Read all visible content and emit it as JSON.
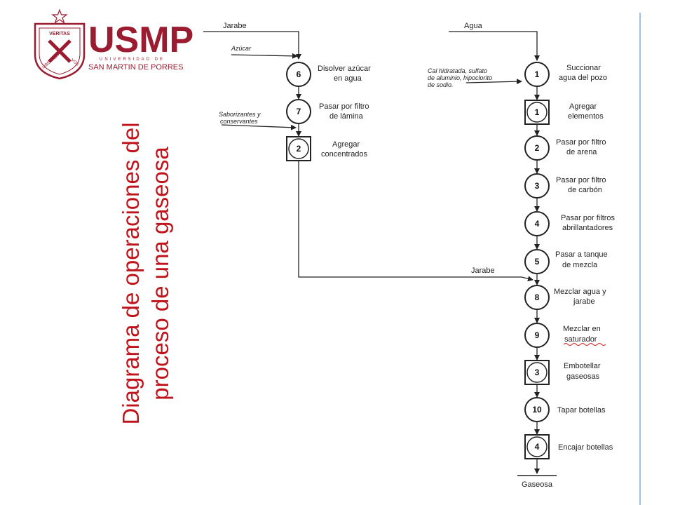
{
  "logo": {
    "acronym": "USMP",
    "line1": "UNIVERSIDAD DE",
    "line2": "SAN MARTIN DE PORRES",
    "shield_top": "VERITAS",
    "shield_left": "LIBERABIT",
    "shield_right": "VOS"
  },
  "title": {
    "line1": "Diagrama de operaciones del",
    "line2": "proceso de una gaseosa"
  },
  "inputs": {
    "jarabe": "Jarabe",
    "azucar": "Azúcar",
    "saborizantes_l1": "Saborizantes y",
    "saborizantes_l2": "conservantes",
    "agua": "Agua",
    "cal_l1": "Cal hidratada, sulfato",
    "cal_l2": "de aluminio, hipoclorito",
    "cal_l3": "de sodio.",
    "jarabe_merge": "Jarabe"
  },
  "left_column": [
    {
      "kind": "operation",
      "num": "6",
      "l1": "Disolver azúcar",
      "l2": "en agua"
    },
    {
      "kind": "operation",
      "num": "7",
      "l1": "Pasar por filtro",
      "l2": "de lámina"
    },
    {
      "kind": "combined",
      "num": "2",
      "l1": "Agregar",
      "l2": "concentrados"
    }
  ],
  "right_column": [
    {
      "kind": "operation",
      "num": "1",
      "l1": "Succionar",
      "l2": "agua del pozo"
    },
    {
      "kind": "combined",
      "num": "1",
      "l1": "Agregar",
      "l2": "elementos"
    },
    {
      "kind": "operation",
      "num": "2",
      "l1": "Pasar por filtro",
      "l2": "de arena"
    },
    {
      "kind": "operation",
      "num": "3",
      "l1": "Pasar por filtro",
      "l2": "de carbón"
    },
    {
      "kind": "operation",
      "num": "4",
      "l1": "Pasar por filtros",
      "l2": "abrillantadores"
    },
    {
      "kind": "operation",
      "num": "5",
      "l1": "Pasar a tanque",
      "l2": "de mezcla"
    },
    {
      "kind": "operation",
      "num": "8",
      "l1": "Mezclar agua y",
      "l2": "jarabe"
    },
    {
      "kind": "operation",
      "num": "9",
      "l1": "Mezclar en",
      "l2": "saturador"
    },
    {
      "kind": "combined",
      "num": "3",
      "l1": "Embotellar",
      "l2": "gaseosas"
    },
    {
      "kind": "operation",
      "num": "10",
      "l1": "Tapar botellas",
      "l2": ""
    },
    {
      "kind": "combined",
      "num": "4",
      "l1": "Encajar botellas",
      "l2": ""
    }
  ],
  "output": "Gaseosa",
  "colors": {
    "brand": "#9b1b30",
    "title": "#c0141c",
    "accent_line": "#9ec3e0",
    "stroke": "#222222"
  }
}
